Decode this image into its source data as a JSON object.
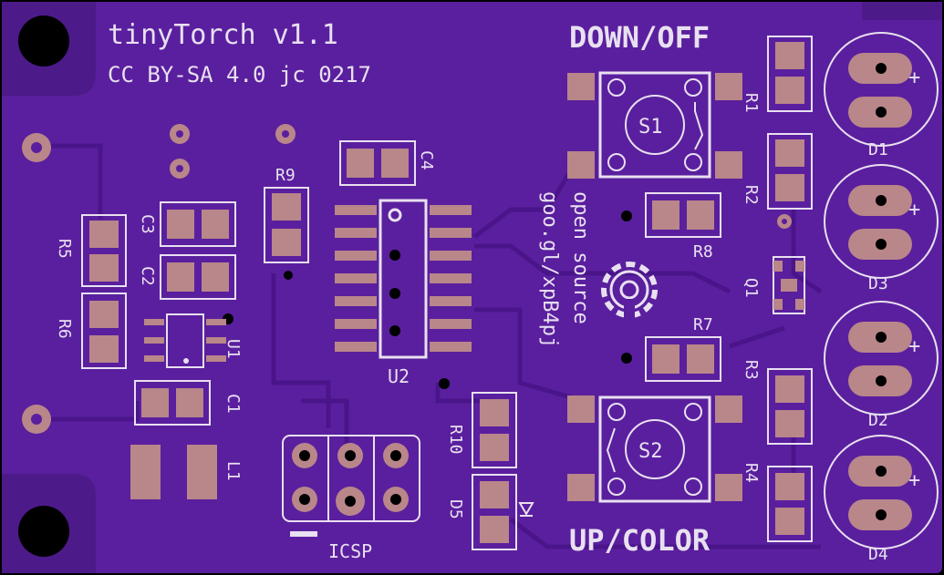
{
  "board": {
    "title": "tinyTorch v1.1",
    "license": "CC BY-SA 4.0 jc 0217",
    "button_top_label": "DOWN/OFF",
    "button_bottom_label": "UP/COLOR",
    "open_source_line1": "open source",
    "open_source_line2": "goo.gl/xpB4pj",
    "icsp_label": "ICSP"
  },
  "refs": {
    "S1": "S1",
    "S2": "S2",
    "R1": "R1",
    "R2": "R2",
    "R3": "R3",
    "R4": "R4",
    "R5": "R5",
    "R6": "R6",
    "R7": "R7",
    "R8": "R8",
    "R9": "R9",
    "R10": "R10",
    "C1": "C1",
    "C2": "C2",
    "C3": "C3",
    "C4": "C4",
    "U1": "U1",
    "U2": "U2",
    "L1": "L1",
    "Q1": "Q1",
    "D5": "D5",
    "D1": "D1",
    "D2": "D2",
    "D3": "D3",
    "D4": "D4",
    "plus": "+"
  },
  "colors": {
    "board": "#5a1f9e",
    "trace": "#4a148a",
    "pad": "#b9868a",
    "silk": "#e8e0f0"
  }
}
